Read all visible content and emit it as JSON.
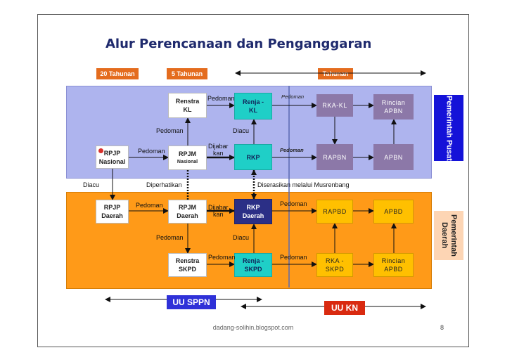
{
  "title": "Alur Perencanaan dan Penganggaran",
  "tags": {
    "t20": "20 Tahunan",
    "t5": "5 Tahunan",
    "tyear": "Tahunan"
  },
  "boxes": {
    "renstra_kl": "Renstra\nKL",
    "renja_kl": "Renja -\nKL",
    "rka_kl": "RKA-KL",
    "rincian_apbn": "Rincian\nAPBN",
    "rpjp_nasional": "RPJP\nNasional",
    "rpjm_nasional": "RPJM",
    "rpjm_nasional_sub": "Nasional",
    "rkp": "RKP",
    "rapbn": "RAPBN",
    "apbn": "APBN",
    "rpjp_daerah": "RPJP\nDaerah",
    "rpjm_daerah": "RPJM\nDaerah",
    "rkp_daerah": "RKP\nDaerah",
    "rapbd": "RAPBD",
    "apbd": "APBD",
    "renstra_skpd": "Renstra\nSKPD",
    "renja_skpd": "Renja -\nSKPD",
    "rka_skpd": "RKA -\nSKPD",
    "rincian_apbd": "Rincian\nAPBD"
  },
  "labels": {
    "pedoman": "Pedoman",
    "diacu": "Diacu",
    "dijabarkan": "Dijabar\nkan",
    "diperhatikan": "Diperhatikan",
    "diserasikan": "Diserasikan melalui Musrenbang"
  },
  "side": {
    "pusat": "Pemerintah\nPusat",
    "daerah": "Pemerintah\nDaerah"
  },
  "uu": {
    "sppn": "UU SPPN",
    "kn": "UU KN"
  },
  "footer": "dadang-solihin.blogspot.com",
  "page_number": "8",
  "colors": {
    "title": "#1f2a6d",
    "tag": "#e46c1e",
    "band_blue": "#aeb4ee",
    "band_orange": "#ff9a18",
    "cyan": "#1fcfc7",
    "navy": "#2b2f86",
    "purple": "#8c78a8",
    "yellow": "#ffc000"
  }
}
